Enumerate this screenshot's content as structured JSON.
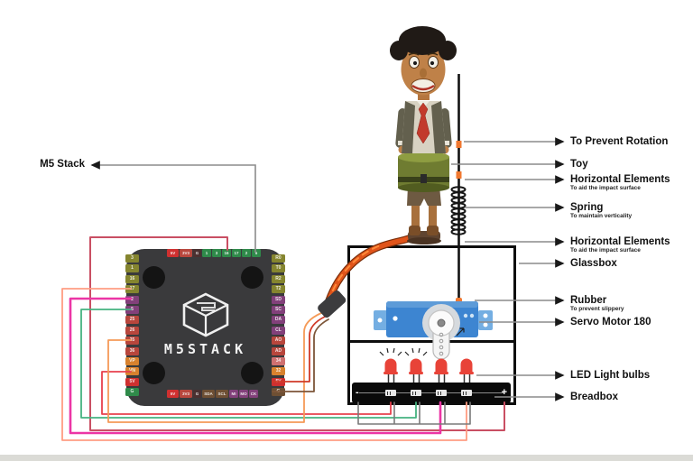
{
  "m5stack": {
    "brand": "M5STACK",
    "left_pins": [
      {
        "label": "3",
        "c": "olive"
      },
      {
        "label": "1",
        "c": "olive"
      },
      {
        "label": "16",
        "c": "olive"
      },
      {
        "label": "17",
        "c": "olive"
      },
      {
        "label": "2",
        "c": "purple"
      },
      {
        "label": "5",
        "c": "purple"
      },
      {
        "label": "25",
        "c": "red"
      },
      {
        "label": "26",
        "c": "red"
      },
      {
        "label": "35",
        "c": "red"
      },
      {
        "label": "36",
        "c": "red"
      },
      {
        "label": "VP",
        "c": "orange"
      },
      {
        "label": "VN",
        "c": "orange"
      },
      {
        "label": "5V",
        "c": "red2"
      },
      {
        "label": "G",
        "c": "green"
      }
    ],
    "right_pins": [
      {
        "label": "R0",
        "c": "olive"
      },
      {
        "label": "T0",
        "c": "olive"
      },
      {
        "label": "R2",
        "c": "olive"
      },
      {
        "label": "T2",
        "c": "olive"
      },
      {
        "label": "SD",
        "c": "purple"
      },
      {
        "label": "SC",
        "c": "purple"
      },
      {
        "label": "DA",
        "c": "purple"
      },
      {
        "label": "CL",
        "c": "purple"
      },
      {
        "label": "AO",
        "c": "red"
      },
      {
        "label": "AD",
        "c": "red"
      },
      {
        "label": "34",
        "c": "pink"
      },
      {
        "label": "32",
        "c": "orange"
      },
      {
        "label": "5V",
        "c": "red2"
      },
      {
        "label": "G",
        "c": "brown"
      }
    ],
    "top_pins": [
      {
        "label": "5V",
        "c": "red2",
        "w": 13
      },
      {
        "label": "3V3",
        "c": "red",
        "w": 14
      },
      {
        "label": "G",
        "c": "dark",
        "w": 9
      },
      {
        "label": "1",
        "c": "green",
        "w": 10
      },
      {
        "label": "3",
        "c": "green",
        "w": 10
      },
      {
        "label": "16",
        "c": "green",
        "w": 10
      },
      {
        "label": "17",
        "c": "green",
        "w": 10
      },
      {
        "label": "2",
        "c": "green",
        "w": 10
      },
      {
        "label": "5",
        "c": "green",
        "w": 10
      }
    ],
    "bottom_pins": [
      {
        "label": "5V",
        "c": "red2",
        "w": 13
      },
      {
        "label": "3V3",
        "c": "red",
        "w": 14
      },
      {
        "label": "G",
        "c": "dark",
        "w": 9
      },
      {
        "label": "SDA",
        "c": "brown",
        "w": 14
      },
      {
        "label": "SCL",
        "c": "brown",
        "w": 14
      },
      {
        "label": "MI",
        "c": "purple",
        "w": 10
      },
      {
        "label": "MO",
        "c": "purple",
        "w": 10
      },
      {
        "label": "CK",
        "c": "purple",
        "w": 10
      }
    ],
    "pin_colors": {
      "olive": "#85852f",
      "purple": "#82407a",
      "red": "#b8463c",
      "red2": "#cf3030",
      "orange": "#d8822e",
      "green": "#2f8a4a",
      "brown": "#6e4f33",
      "dark": "#4a3030",
      "pink": "#cf7070"
    }
  },
  "callouts": {
    "left_label": "M5 Stack",
    "right": [
      {
        "title": "To Prevent Rotation",
        "subtitle": ""
      },
      {
        "title": "Toy",
        "subtitle": ""
      },
      {
        "title": "Horizontal Elements",
        "subtitle": "To aid the impact surface"
      },
      {
        "title": "Spring",
        "subtitle": "To maintain verticality"
      },
      {
        "title": "Horizontal Elements",
        "subtitle": "To aid the impact surface"
      },
      {
        "title": "Glassbox",
        "subtitle": ""
      },
      {
        "title": "Rubber",
        "subtitle": "To prevent slippery"
      },
      {
        "title": "Servo Motor 180",
        "subtitle": ""
      },
      {
        "title": "LED Light bulbs",
        "subtitle": ""
      },
      {
        "title": "Breadbox",
        "subtitle": ""
      }
    ]
  },
  "breadboard": {
    "minus": "-",
    "plus": "+"
  },
  "colors": {
    "wire_red": "#e8404d",
    "wire_crimson": "#c94f63",
    "wire_magenta": "#ec35a5",
    "wire_green": "#46b380",
    "wire_salmon": "#ff9d82",
    "wire_orange": "#f59a57",
    "wire_servo_red": "#d03a28",
    "wire_servo_brown": "#7d5639",
    "wire_gray": "#7a7a7a",
    "cable_orange": "#e0541a",
    "cable_hi": "#ff8c3a",
    "led_red": "#e84338",
    "servo_blue": "#3d85d1",
    "servo_blue_light": "#74aee2",
    "callout_line": "#8c8c8c"
  }
}
